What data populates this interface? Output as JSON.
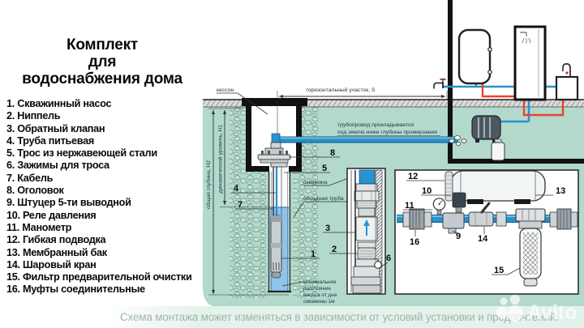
{
  "title": {
    "lines": [
      "Комплект",
      "для",
      "водоснабжения дома"
    ]
  },
  "parts_list": {
    "items": [
      "1. Скважинный насос",
      "2. Ниппель",
      "3. Обратный клапан",
      "4. Труба питьевая",
      "5. Трос из нержавеющей стали",
      "6. Зажимы для троса",
      "7. Кабель",
      "8. Оголовок",
      "9. Штуцер 5-ти выводной",
      "10. Реле давления",
      "11. Манометр",
      "12. Гибкая подводка",
      "13. Мембранный бак",
      "14. Шаровый кран",
      "15. Фильтр предварительной очистки",
      "16. Муфты соединительные"
    ]
  },
  "diagram": {
    "colors": {
      "ground_green": "#b2d9cc",
      "pipe_blue": "#2893cf",
      "pipe_red": "#e8432e",
      "water_blue": "#8ec4ea",
      "footer_green": "#e3f2ea"
    },
    "labels": {
      "kesson": "кессон",
      "horizontal_section": "горизонтальный участок, S",
      "pipeline_note_1": "трубопровод прокладывается",
      "pipeline_note_2": "под землю ниже глубины промерзания",
      "total_depth": "общая глубина, Н2",
      "dynamic_level": "динамический уровень, Н1",
      "well": "скважина",
      "casing_pipe": "обсадная труба",
      "min_distance_1": "минимальное",
      "min_distance_2": "расстояние",
      "min_distance_3": "насоса от дна",
      "min_distance_4": "скважины 1м"
    },
    "callouts": {
      "c1": "1",
      "c2": "2",
      "c3": "3",
      "c4": "4",
      "c5": "5",
      "c6": "6",
      "c7": "7",
      "c8": "8",
      "c9": "9",
      "c10": "10",
      "c11": "11",
      "c12": "12",
      "c13": "13",
      "c14": "14",
      "c15": "15",
      "c16": "16"
    }
  },
  "footer": {
    "note": "Схема монтажа может изменяться в зависимости от условий установки и предпочтений.",
    "watermark": "Avito"
  }
}
